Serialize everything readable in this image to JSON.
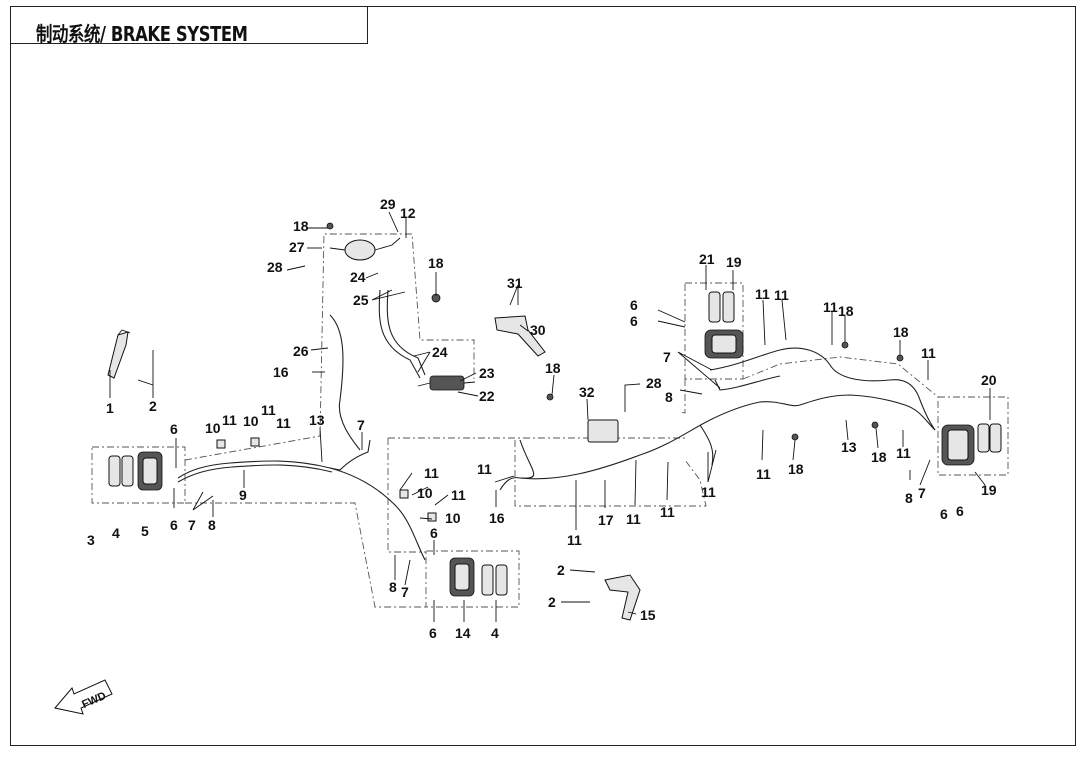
{
  "title": "制动系统/ BRAKE SYSTEM",
  "fwd_label": "FWD",
  "callouts": [
    "1",
    "2",
    "3",
    "4",
    "5",
    "6",
    "7",
    "8",
    "9",
    "10",
    "11",
    "12",
    "13",
    "14",
    "15",
    "16",
    "17",
    "18",
    "19",
    "20",
    "21",
    "22",
    "23",
    "24",
    "25",
    "26",
    "27",
    "28",
    "29",
    "30",
    "31",
    "32"
  ]
}
